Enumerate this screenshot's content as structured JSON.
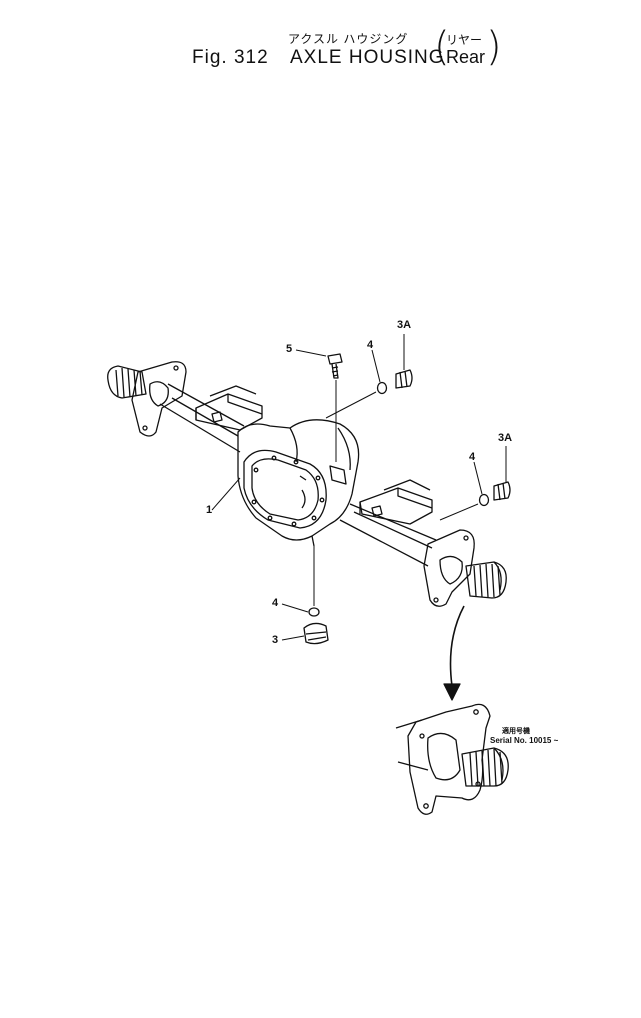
{
  "header": {
    "fig_label": "Fig. 312",
    "title_jp": "アクスル ハウジング",
    "title_en": "AXLE HOUSING",
    "variant_jp": "リヤー",
    "variant_en": "Rear"
  },
  "callouts": {
    "c1": "1",
    "c3": "3",
    "c3a_top": "3A",
    "c3a_right": "3A",
    "c4_top": "4",
    "c4_right": "4",
    "c4_bottom": "4",
    "c5": "5"
  },
  "note": {
    "applicable_jp": "適用号機",
    "serial": "Serial No. 10015 ~"
  }
}
